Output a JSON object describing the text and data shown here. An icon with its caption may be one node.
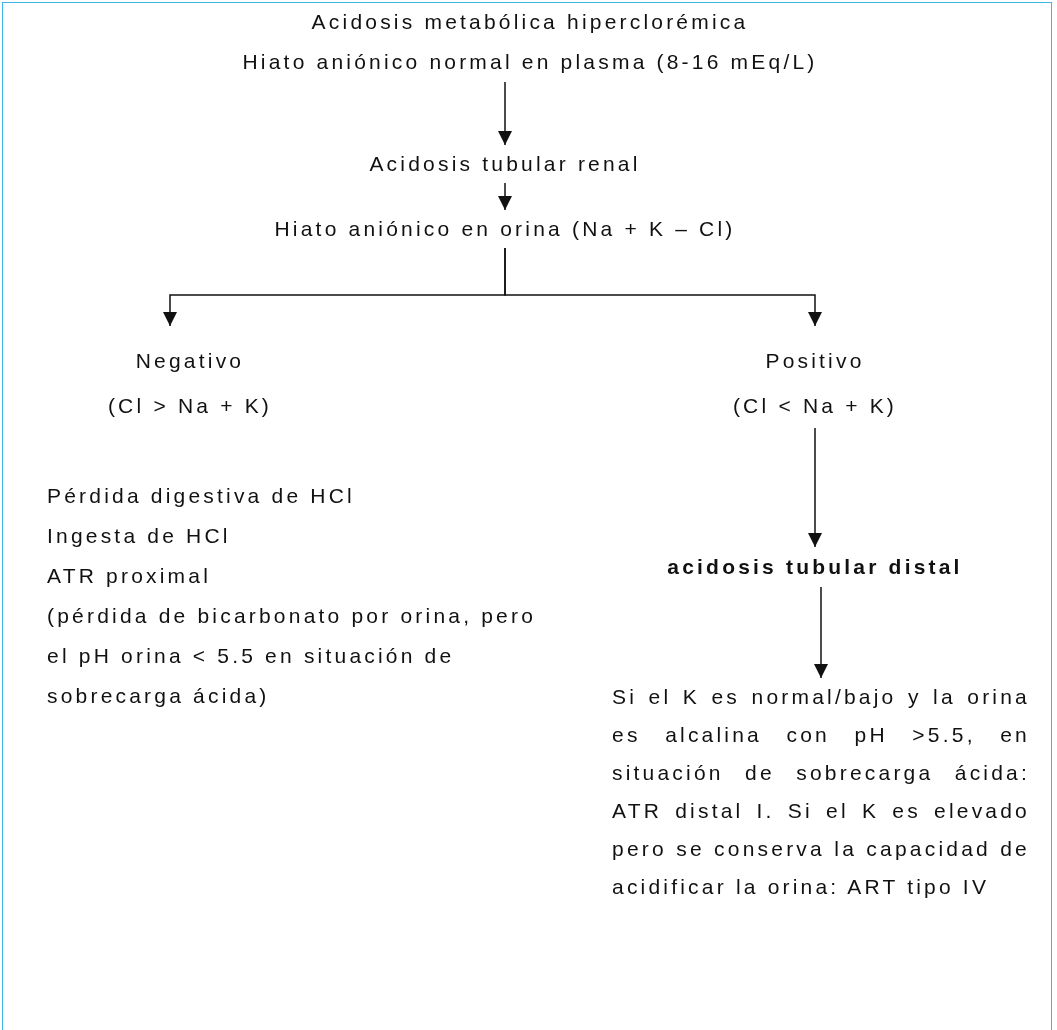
{
  "diagram": {
    "nodes": [
      {
        "text": [
          "Acidosis metabólica hiperclorémica",
          "Hiato aniónico normal en plasma (8-16 mEq/L)"
        ]
      },
      {
        "text": [
          "Acidosis tubular renal"
        ]
      },
      {
        "text": [
          "Hiato aniónico en orina (Na + K – Cl)"
        ]
      },
      {
        "text": [
          "Negativo",
          "(Cl > Na + K)"
        ]
      },
      {
        "text": [
          "Positivo",
          "(Cl < Na + K)"
        ]
      },
      {
        "text": [
          "acidosis tubular distal"
        ]
      },
      {
        "text": [
          "Si el K es normal/bajo y la orina es alcalina con pH >5.5, en situación de sobrecarga ácida: ATR distal I. Si el K es elevado pero se conserva la capacidad de acidificar la orina: ART tipo IV"
        ]
      }
    ],
    "edges": [
      {
        "from": 0,
        "to": 1,
        "arrow": "to"
      },
      {
        "from": 1,
        "to": 2,
        "arrow": "to"
      },
      {
        "from": 2,
        "to": 3,
        "arrow": "to"
      },
      {
        "from": 2,
        "to": 4,
        "arrow": "to"
      },
      {
        "from": 4,
        "to": 5,
        "arrow": "to"
      },
      {
        "from": 5,
        "to": 6,
        "arrow": "to"
      }
    ],
    "labels": [
      "Pérdida digestiva de HCl",
      "Ingesta de HCl",
      "ATR proximal",
      "(pérdida de bicarbonato por orina, pero el pH orina < 5.5 en situación de sobrecarga ácida)"
    ]
  }
}
